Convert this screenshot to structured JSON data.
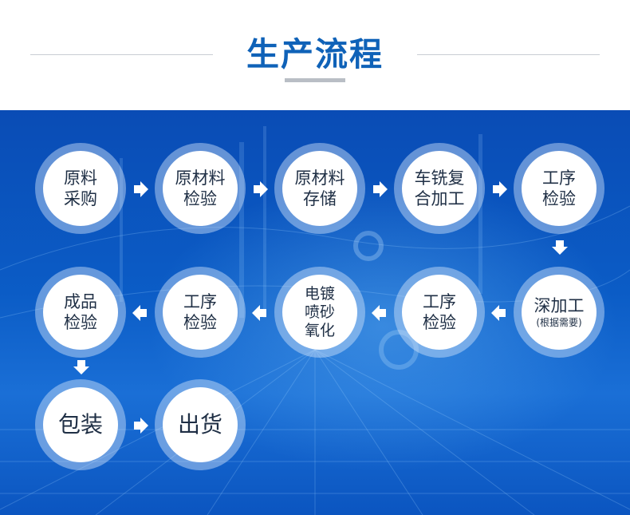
{
  "header": {
    "title": "生产流程"
  },
  "nodes": [
    {
      "id": "n1",
      "label": "原料\n采购"
    },
    {
      "id": "n2",
      "label": "原材料\n检验"
    },
    {
      "id": "n3",
      "label": "原材料\n存储"
    },
    {
      "id": "n4",
      "label": "车铣复\n合加工"
    },
    {
      "id": "n5",
      "label": "工序\n检验"
    },
    {
      "id": "n6",
      "label": "深加工",
      "sub": "(根据需要)"
    },
    {
      "id": "n7",
      "label": "工序\n检验"
    },
    {
      "id": "n8",
      "label": "电镀\n喷砂\n氧化"
    },
    {
      "id": "n9",
      "label": "工序\n检验"
    },
    {
      "id": "n10",
      "label": "成品\n检验"
    },
    {
      "id": "n11",
      "label": "包装"
    },
    {
      "id": "n12",
      "label": "出货"
    }
  ],
  "colors": {
    "title": "#0f62b8",
    "panel": "#0b5cc6",
    "node_text": "#1f2f45",
    "arrow": "#ffffff"
  }
}
